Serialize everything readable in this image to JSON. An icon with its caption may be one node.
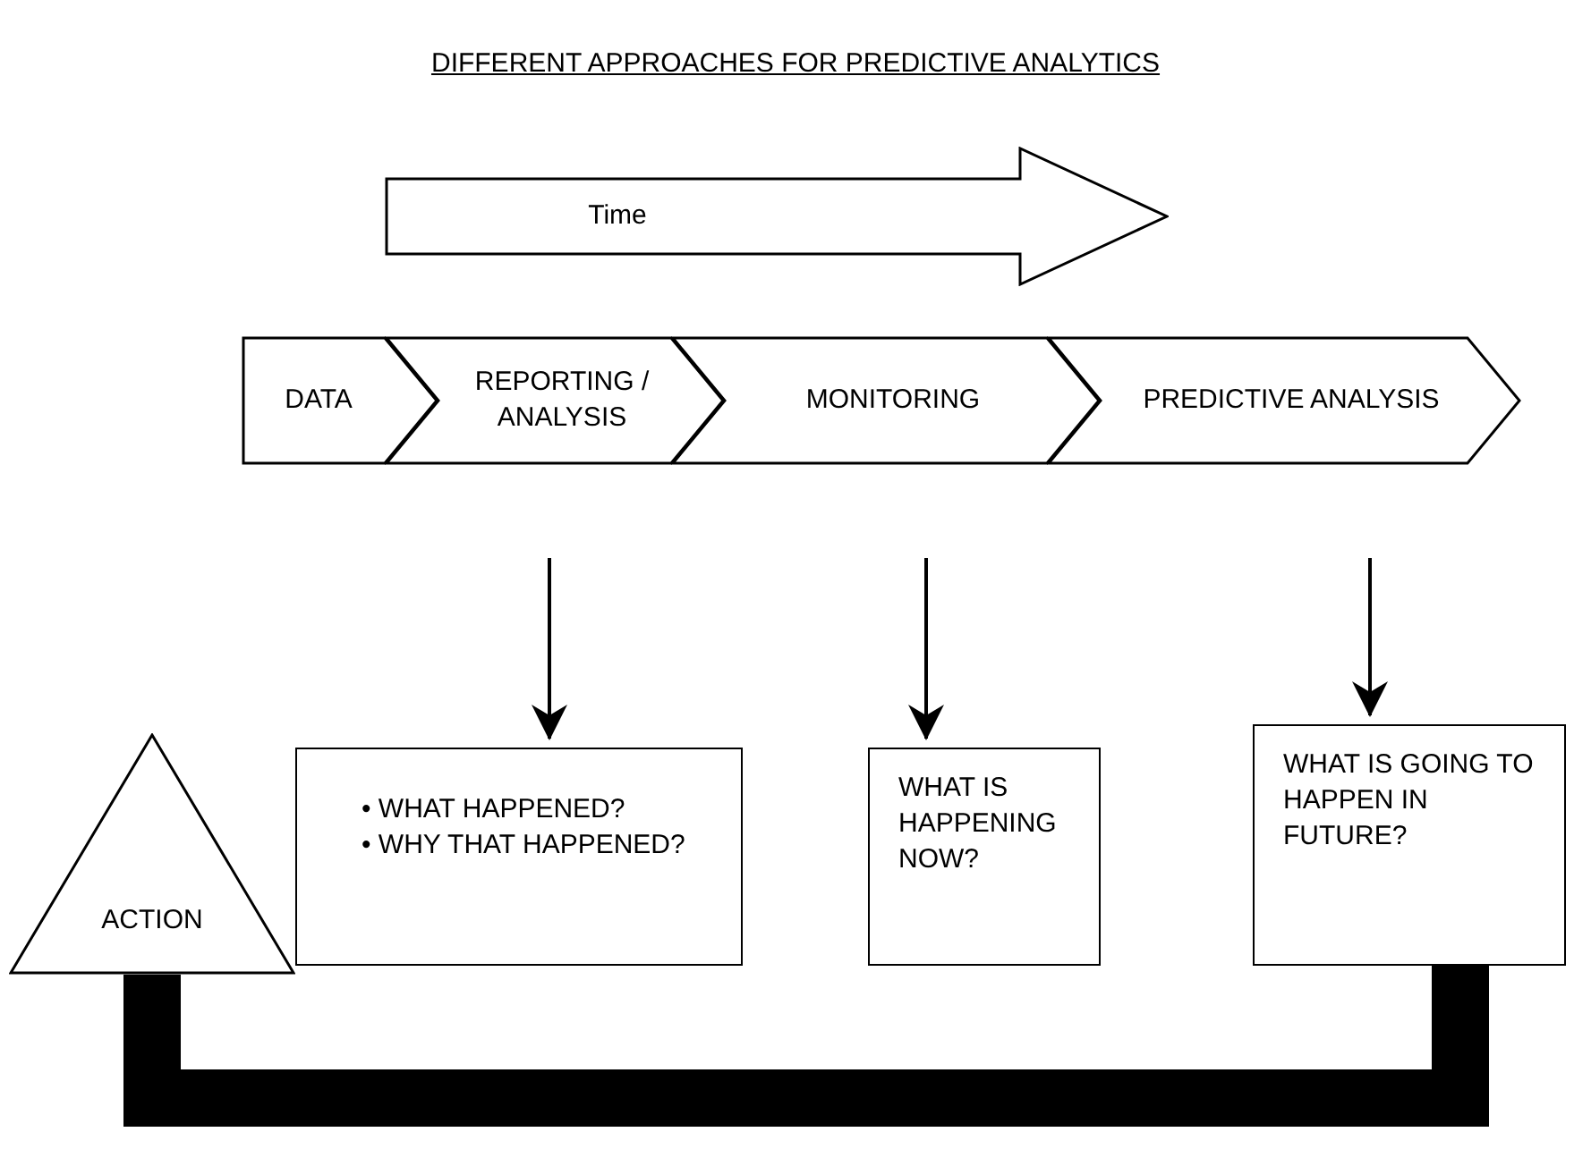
{
  "diagram": {
    "title": "DIFFERENT APPROACHES FOR PREDICTIVE ANALYTICS",
    "nodes": [
      {
        "text": [
          "Time"
        ]
      },
      {
        "text": [
          "DATA"
        ]
      },
      {
        "text": [
          "REPORTING / ANALYSIS"
        ]
      },
      {
        "text": [
          "MONITORING"
        ]
      },
      {
        "text": [
          "PREDICTIVE ANALYSIS"
        ]
      },
      {
        "text": [
          "• WHAT HAPPENED?",
          "• WHY THAT HAPPENED?"
        ]
      },
      {
        "text": [
          "WHAT IS HAPPENING NOW?"
        ]
      },
      {
        "text": [
          "WHAT IS GOING TO HAPPEN IN FUTURE?"
        ]
      },
      {
        "text": [
          "ACTION"
        ]
      }
    ],
    "edges": [
      {
        "from": 2,
        "to": 5,
        "arrow": "to"
      },
      {
        "from": 3,
        "to": 6,
        "arrow": "to"
      },
      {
        "from": 4,
        "to": 7,
        "arrow": "to"
      },
      {
        "from": 7,
        "to": 8,
        "arrow": "none",
        "style": "thick"
      }
    ]
  }
}
